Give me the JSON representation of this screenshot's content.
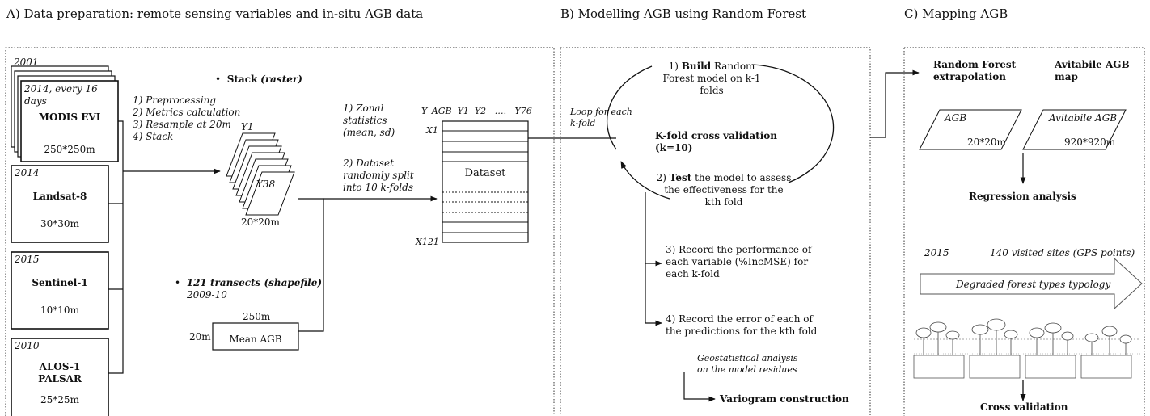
{
  "headers": {
    "a": "A) Data preparation: remote sensing variables and in-situ AGB data",
    "b": "B) Modelling AGB using Random Forest",
    "c": "C) Mapping AGB"
  },
  "panel_a": {
    "modis": {
      "year_back": "2001",
      "year_front": "2014, every 16\ndays",
      "name": "MODIS EVI",
      "res": "250*250m"
    },
    "landsat": {
      "year": "2014",
      "name": "Landsat-8",
      "res": "30*30m"
    },
    "sentinel": {
      "year": "2015",
      "name": "Sentinel-1",
      "res": "10*10m"
    },
    "alos": {
      "year": "2010",
      "name": "ALOS-1\nPALSAR",
      "res": "25*25m"
    },
    "steps": "1) Preprocessing\n2) Metrics calculation\n3) Resample at 20m\n4) Stack",
    "stack": {
      "bullet": "•",
      "label": "Stack",
      "qualifier": "(raster)",
      "first_layer": "Y1",
      "last_layer": "Y38",
      "res": "20*20m"
    },
    "zonal": "1) Zonal\nstatistics\n(mean, sd)",
    "split": "2) Dataset\nrandomly split\ninto 10 k-folds",
    "transects": {
      "bullet": "•",
      "label": "121 transects (shapefile)",
      "years": "2009-10"
    },
    "mean_agb": {
      "label": "Mean AGB",
      "width_label": "250m",
      "height_label": "20m"
    },
    "dataset": {
      "cols": "Y_AGB  Y1  Y2   ….   Y76",
      "row_first": "X1",
      "row_last": "X121",
      "label": "Dataset"
    }
  },
  "panel_b": {
    "build_num": "1)",
    "build_bold": "Build",
    "build_rest": "Random\nForest model on k-1\nfolds",
    "loop": "Loop for each\nk-fold",
    "kfold": "K-fold cross validation\n(k=10)",
    "test_num": "2)",
    "test_bold": "Test",
    "test_rest": "the model to assess\nthe effectiveness for the\nkth fold",
    "record_perf": "3) Record the performance of\neach variable (%IncMSE) for\neach k-fold",
    "record_err": "4) Record the error of each of\nthe predictions for the kth fold",
    "geo": "Geostatistical analysis\non the model residues",
    "variogram": "Variogram construction"
  },
  "panel_c": {
    "rf_extrap": "Random Forest\nextrapolation",
    "avitabile_map": "Avitabile AGB\nmap",
    "agb": {
      "label": "AGB",
      "res": "20*20m"
    },
    "avitabile_agb": {
      "label": "Avitabile AGB",
      "res": "920*920m"
    },
    "regression": "Regression analysis",
    "year": "2015",
    "visited": "140 visited sites (GPS points)",
    "typology": "Degraded forest types typology",
    "cross_validation": "Cross validation"
  }
}
